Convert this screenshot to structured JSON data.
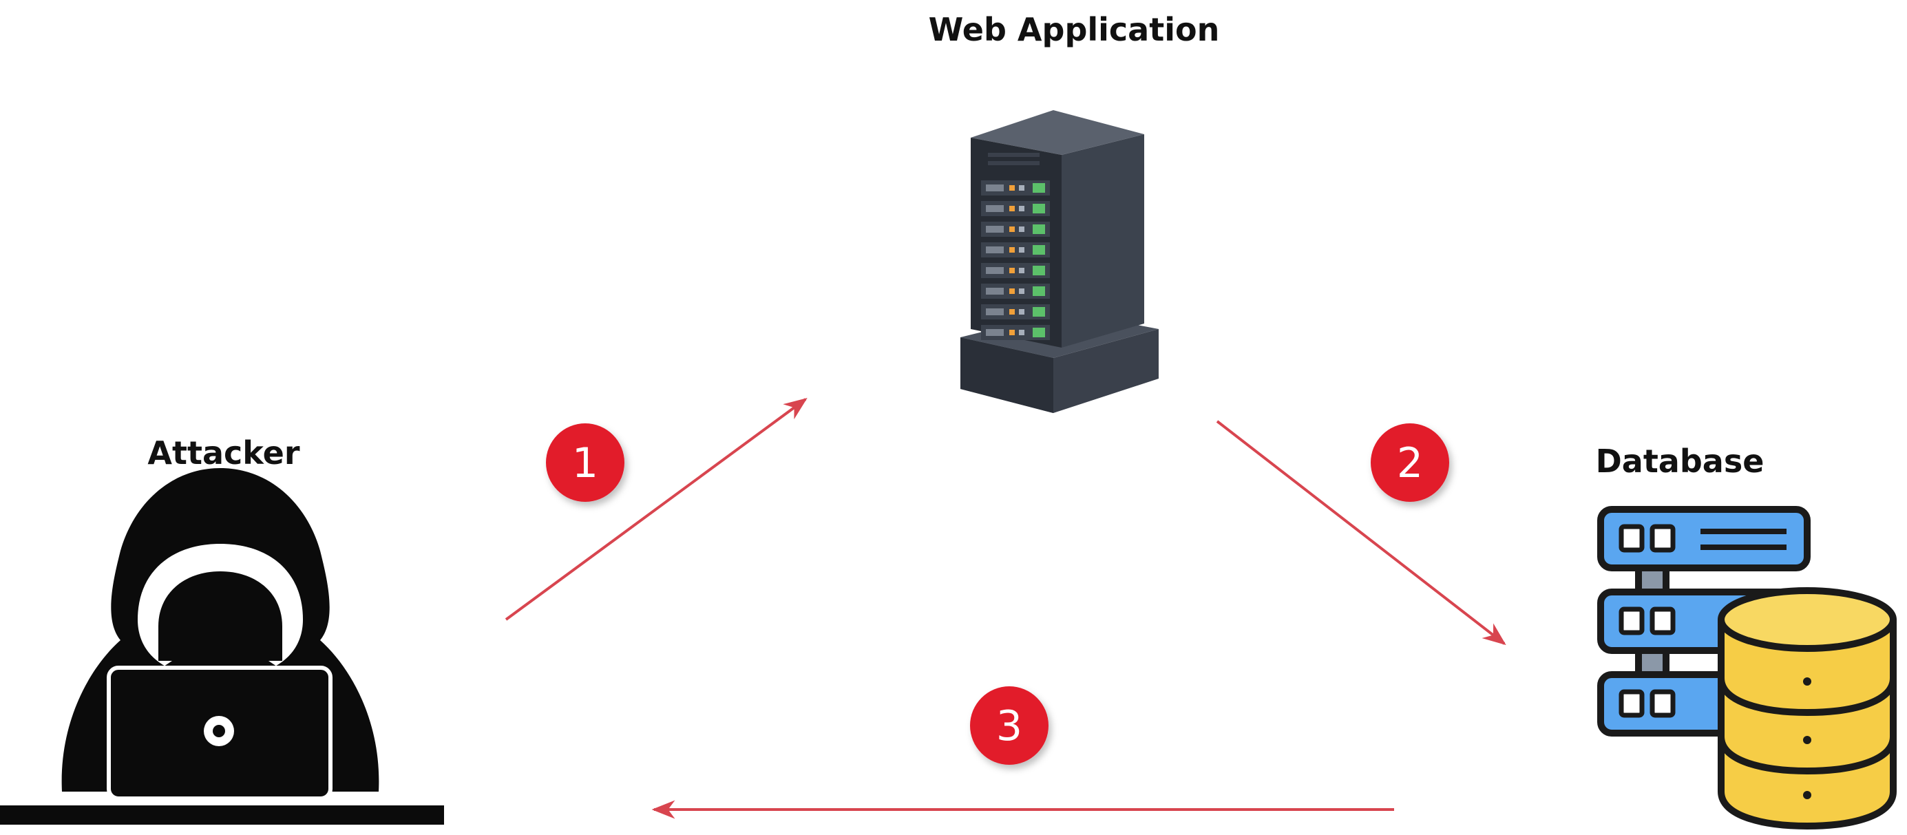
{
  "nodes": {
    "web_application": {
      "label": "Web Application",
      "icon": "server-rack-icon"
    },
    "attacker": {
      "label": "Attacker",
      "icon": "hooded-hacker-laptop-icon"
    },
    "database": {
      "label": "Database",
      "icon": "database-stack-icon"
    }
  },
  "steps": [
    {
      "number": "1",
      "from": "attacker",
      "to": "web_application"
    },
    {
      "number": "2",
      "from": "web_application",
      "to": "database"
    },
    {
      "number": "3",
      "from": "database",
      "to": "attacker"
    }
  ],
  "colors": {
    "arrow": "#d8454f",
    "badge": "#e21b2b",
    "server_dark": "#2f3540",
    "server_led_green": "#5cc06a",
    "server_led_orange": "#f0a03a",
    "db_blue": "#5aa6f0",
    "db_gold": "#f6cd46",
    "outline": "#1a1a1a"
  }
}
